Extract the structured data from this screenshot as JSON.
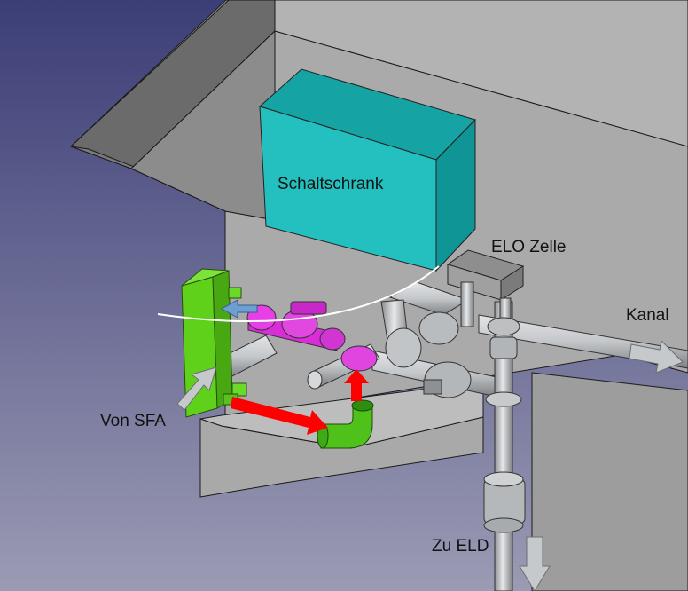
{
  "labels": {
    "cabinet": "Schaltschrank",
    "cell": "ELO Zelle",
    "channel": "Kanal",
    "inlet": "Von SFA",
    "outlet": "Zu ELD"
  },
  "colors": {
    "cabinet": "#1fb5b5",
    "heat_exchanger": "#5fd11a",
    "magenta_parts": "#e23be3",
    "flow_red": "#ff0000",
    "flow_grey": "#c5c9cc",
    "flow_blue": "#6e9fd3",
    "pipe": "#c9cccf"
  }
}
